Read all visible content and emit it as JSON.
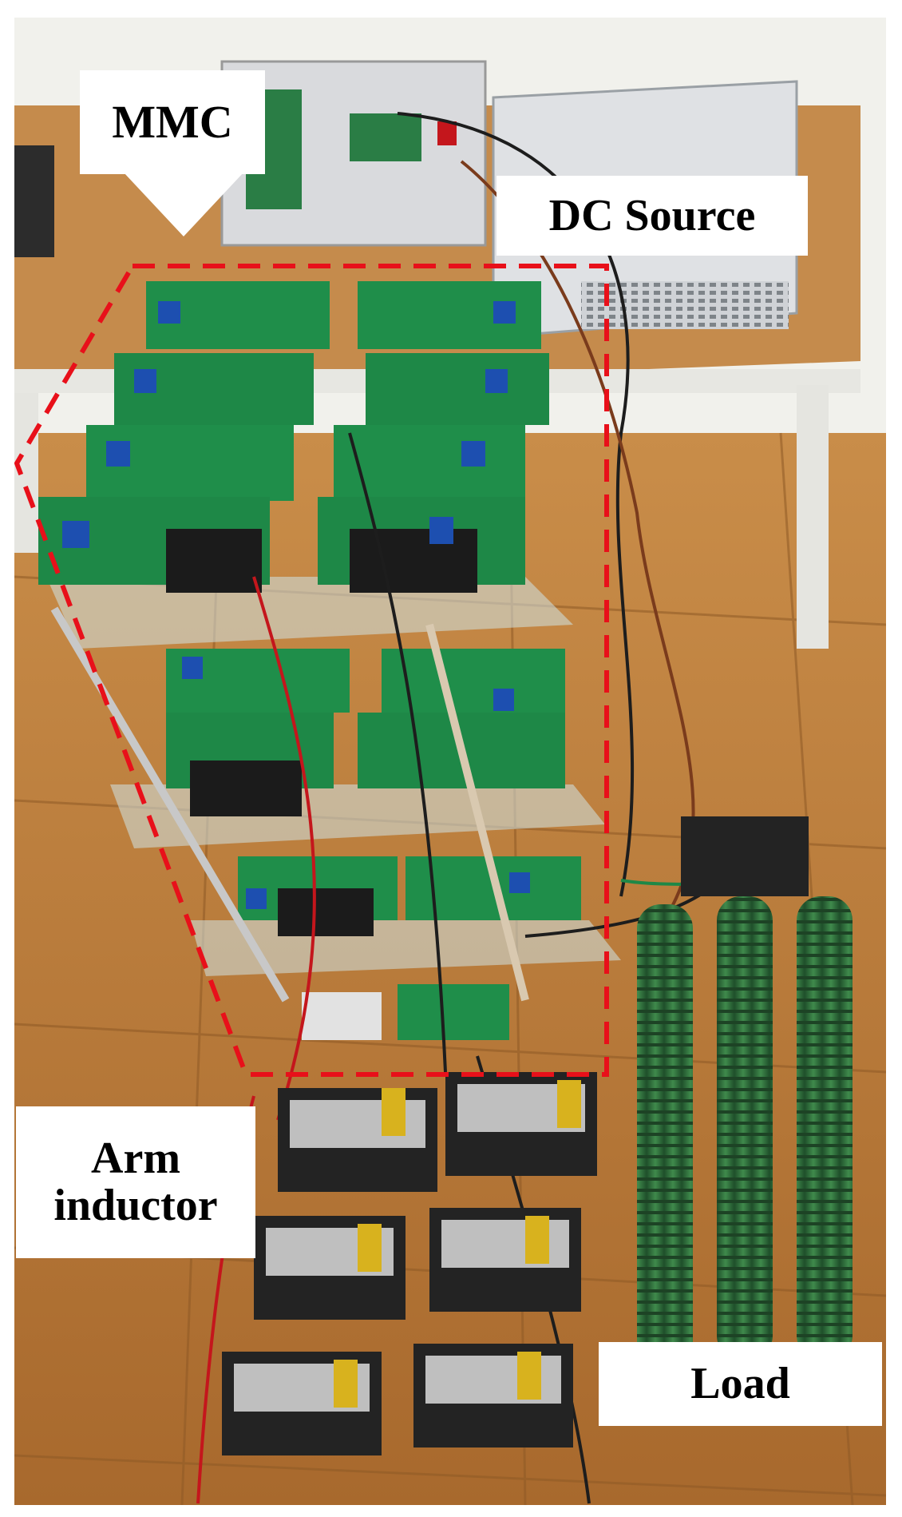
{
  "labels": {
    "mmc": "MMC",
    "dc_source": "DC Source",
    "arm_line1": "Arm",
    "arm_line2": "inductor",
    "load": "Load"
  },
  "colors": {
    "dashed_box": "#e8101a",
    "floor": "#b97a3a",
    "wall": "#f2f2ee",
    "pcb": "#1f8e4a",
    "resistor": "#2f6b3a"
  }
}
